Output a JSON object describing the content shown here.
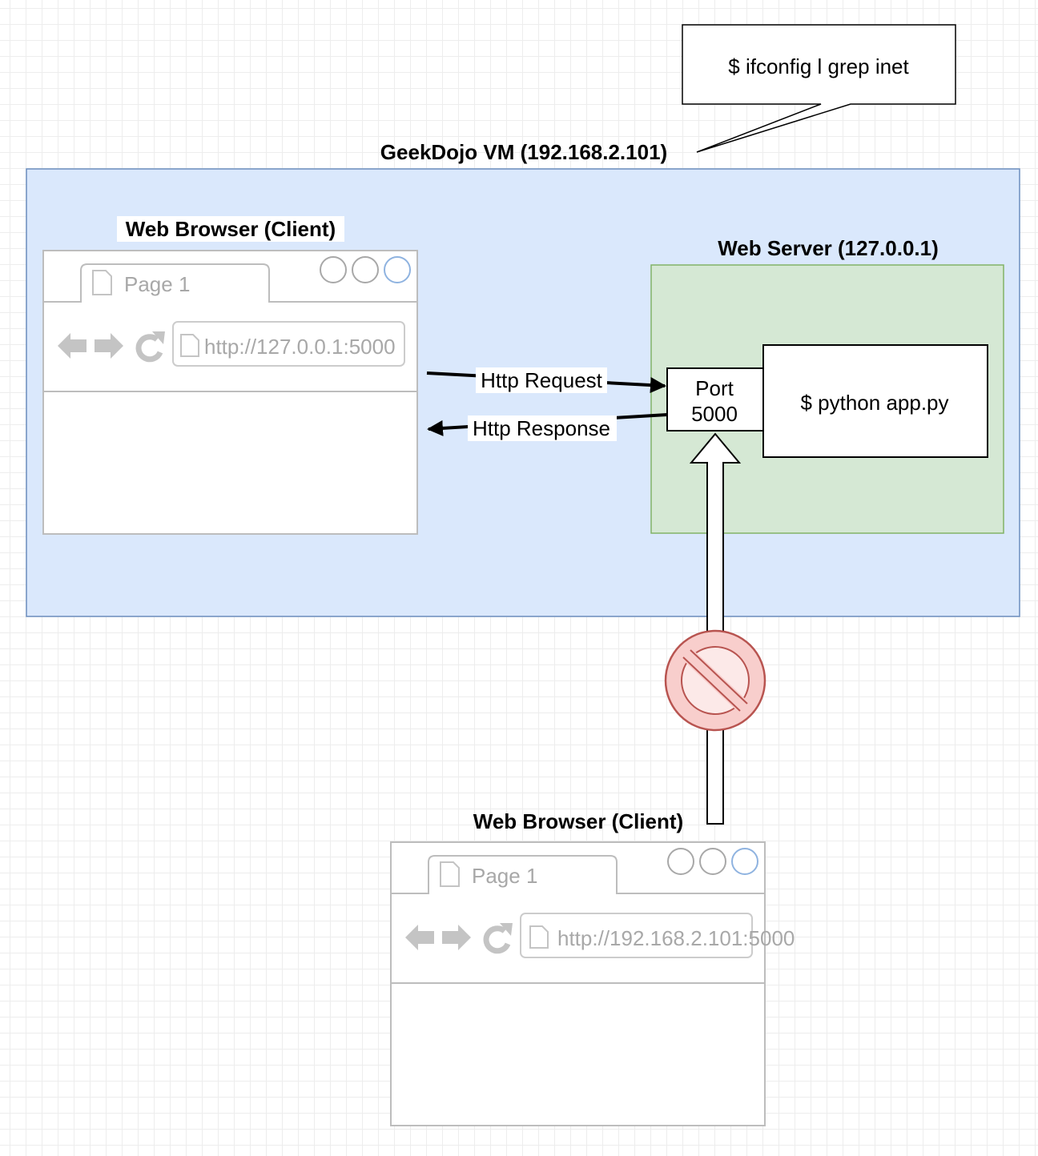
{
  "vm": {
    "label": "GeekDojo VM (192.168.2.101)"
  },
  "callout": {
    "text": "$ ifconfig l grep inet"
  },
  "client_inside": {
    "label": "Web Browser (Client)",
    "tab": "Page 1",
    "url": "http://127.0.0.1:5000"
  },
  "server": {
    "label": "Web Server (127.0.0.1)",
    "port_line1": "Port",
    "port_line2": "5000",
    "command": "$ python app.py"
  },
  "arrows": {
    "request": "Http Request",
    "response": "Http Response"
  },
  "client_outside": {
    "label": "Web Browser (Client)",
    "tab": "Page 1",
    "url": "http://192.168.2.101:5000"
  },
  "blocked": {
    "icon": "prohibited-icon"
  },
  "colors": {
    "vm_fill": "#dae8fc",
    "vm_stroke": "#6c8ebf",
    "server_fill": "#d5e8d4",
    "server_stroke": "#82b366",
    "blocked_fill": "#f8cecc",
    "blocked_stroke": "#b85450"
  }
}
